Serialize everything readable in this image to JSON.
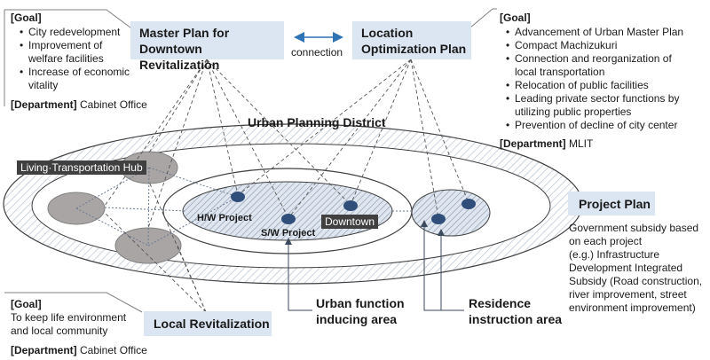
{
  "master_plan": {
    "line1": "Master Plan for",
    "line2": "Downtown Revitalization"
  },
  "location_plan": {
    "line1": "Location",
    "line2": "Optimization Plan"
  },
  "connection_label": "connection",
  "left_goal": {
    "heading": "[Goal]",
    "items": [
      {
        "line1": "City redevelopment",
        "line2": ""
      },
      {
        "line1": "Improvement of",
        "line2": "welfare facilities"
      },
      {
        "line1": "Increase of economic",
        "line2": "vitality"
      }
    ],
    "dept_label": "[Department]",
    "dept_value": " Cabinet Office"
  },
  "right_goal": {
    "heading": "[Goal]",
    "items": [
      {
        "line1": "Advancement of Urban Master Plan",
        "line2": ""
      },
      {
        "line1": "Compact Machizukuri",
        "line2": ""
      },
      {
        "line1": "Connection and reorganization of",
        "line2": "local transportation"
      },
      {
        "line1": "Relocation of public facilities",
        "line2": ""
      },
      {
        "line1": "Leading private sector functions by",
        "line2": "utilizing public properties"
      },
      {
        "line1": "Prevention of decline of city center",
        "line2": ""
      }
    ],
    "dept_label": "[Department]",
    "dept_value": " MLIT"
  },
  "urban_planning_district": "Urban Planning District",
  "living_hub": "Living·Transportation Hub",
  "hw_project": "H/W Project",
  "sw_project": "S/W Project",
  "downtown": "Downtown",
  "project_plan": {
    "title": "Project Plan",
    "lines": [
      "Government subsidy based",
      "on each project",
      "(e.g.) Infrastructure",
      "Development Integrated",
      "Subsidy (Road construction,",
      "river improvement, street",
      "environment improvement)"
    ]
  },
  "urban_function": {
    "line1": "Urban function",
    "line2": "inducing area"
  },
  "residence": {
    "line1": "Residence",
    "line2": "instruction area"
  },
  "local_revitalization": "Local Revitalization",
  "bottom_goal": {
    "heading": "[Goal]",
    "line1": "To keep life environment",
    "line2": "and local community",
    "dept_label": "[Department]",
    "dept_value": " Cabinet Office"
  },
  "colors": {
    "box_fill": "#dce6f2",
    "dot_fill": "#2f4f7a",
    "gray_circle": "#aaa5a5",
    "tag_fill": "#404040",
    "arrow_blue": "#2e74b5"
  }
}
